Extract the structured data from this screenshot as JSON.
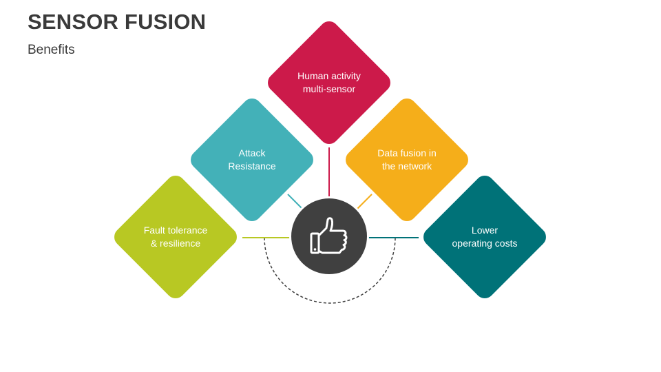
{
  "header": {
    "title": "SENSOR FUSION",
    "subtitle": "Benefits"
  },
  "colors": {
    "red": "#cc1a4a",
    "teal": "#43b1b8",
    "yellow": "#f5ae1a",
    "lime": "#b8c823",
    "dark_teal": "#007278",
    "hub": "#404040"
  },
  "items": [
    {
      "label": "Human activity\nmulti-sensor",
      "color": "#cc1a4a"
    },
    {
      "label": "Attack\nResistance",
      "color": "#43b1b8"
    },
    {
      "label": "Data fusion in\nthe network",
      "color": "#f5ae1a"
    },
    {
      "label": "Fault tolerance\n& resilience",
      "color": "#b8c823"
    },
    {
      "label": "Lower\noperating costs",
      "color": "#007278"
    }
  ],
  "hub": {
    "icon": "thumbs-up-icon"
  }
}
